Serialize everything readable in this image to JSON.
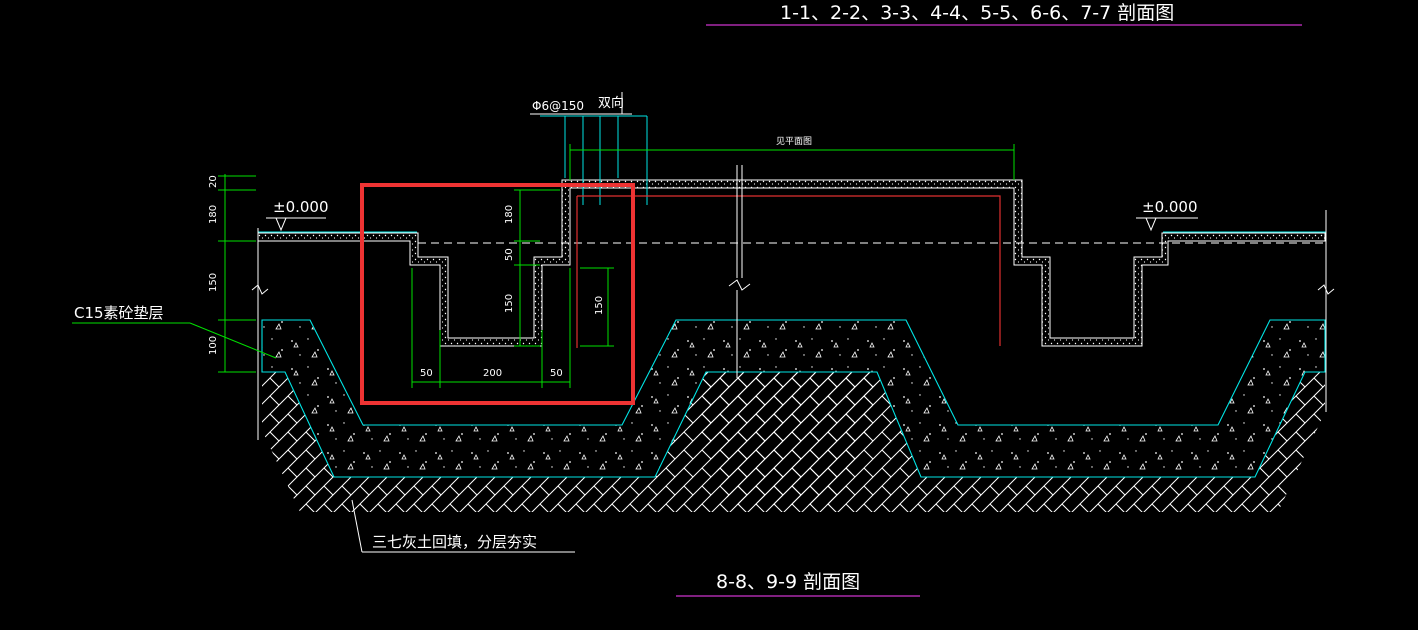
{
  "drawing": {
    "title_top": "1-1、2-2、3-3、4-4、5-5、6-6、7-7 剖面图",
    "title_bottom": "8-8、9-9  剖面图",
    "rebar_label": "Φ6@150",
    "rebar_dir": "双向",
    "see_plan": "见平面图",
    "elev_left": "±0.000",
    "elev_right": "±0.000",
    "cushion_label": "C15素砼垫层",
    "backfill_label": "三七灰土回填，分层夯实",
    "dims_vertical": [
      "20",
      "180",
      "150",
      "100"
    ],
    "dims_detail_vertical": [
      "180",
      "50",
      "150",
      "150"
    ],
    "dims_detail_horizontal": [
      "50",
      "200",
      "50"
    ]
  },
  "colors": {
    "background": "#000000",
    "line_white": "#ffffff",
    "dim_green": "#00e000",
    "outline_cyan": "#00e5e5",
    "title_underline": "#cc33cc",
    "rebar_red": "#e03030",
    "highlight_box": "#ee3333"
  }
}
